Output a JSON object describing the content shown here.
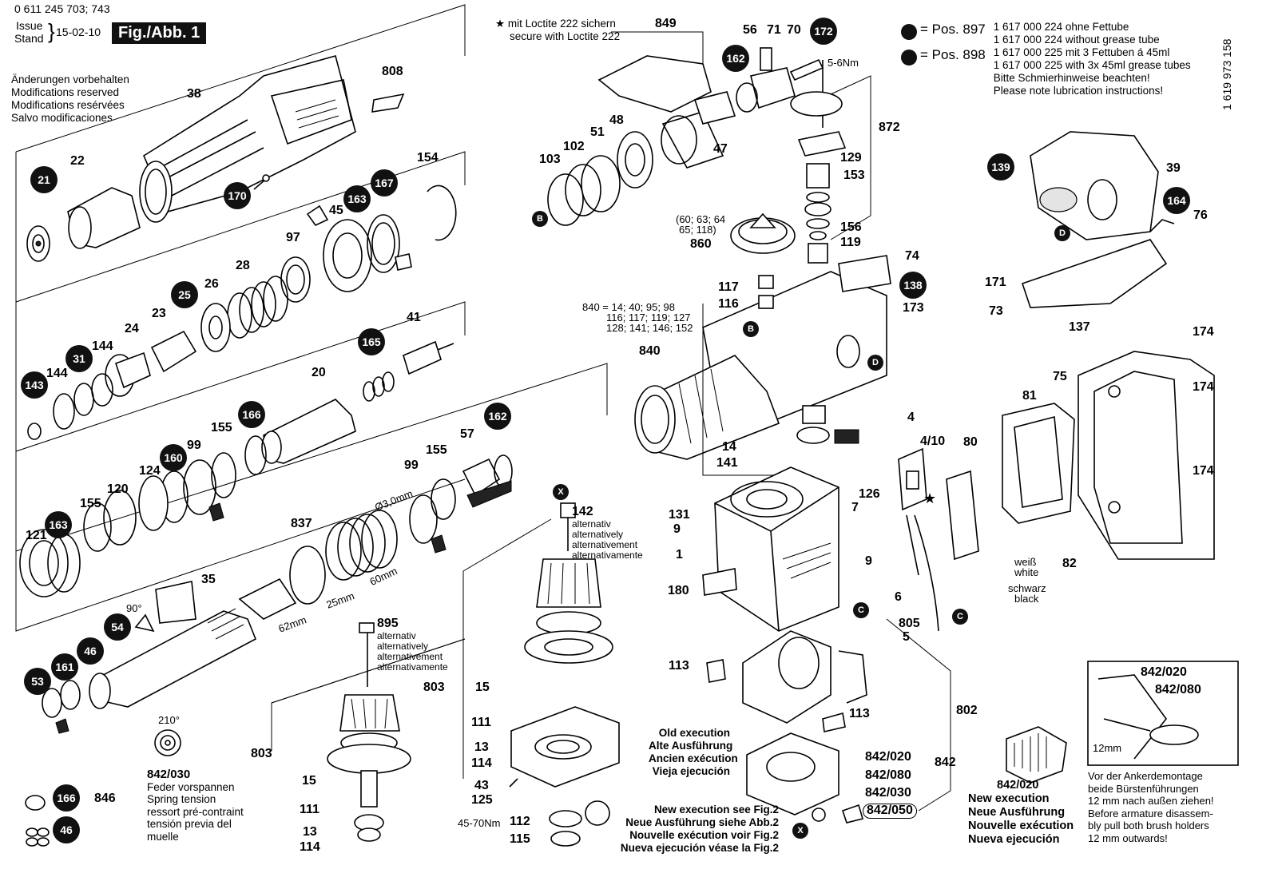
{
  "header": {
    "part_number": "0 611 245 703; 743",
    "issue_label_1": "Issue",
    "issue_label_2": "Stand",
    "issue_date": "15-02-10",
    "figure_label": "Fig./Abb. 1",
    "doc_number": "1 619 973 158"
  },
  "modifications_note": [
    "Änderungen vorbehalten",
    "Modifications reserved",
    "Modifications resérvées",
    "Salvo modificaciones"
  ],
  "loctite_note": {
    "line1": "mit Loctite 222 sichern",
    "line2": "secure with Loctite 222"
  },
  "grease_note": {
    "pos_a_label": "= Pos. 897",
    "pos_a_lines": [
      "1 617 000 224 ohne Fettube",
      "1 617 000 224 without grease tube"
    ],
    "pos_b_label": "= Pos. 898",
    "pos_b_lines": [
      "1 617 000 225 mit 3 Fettuben á 45ml",
      "1 617 000 225 with 3x 45ml grease tubes",
      "Bitte Schmierhinweise beachten!",
      "Please note lubrication instructions!"
    ]
  },
  "group_840": [
    "840 = 14; 40; 95; 98",
    "116; 117; 119; 127",
    "128; 141; 146; 152"
  ],
  "group_860": [
    "(60; 63; 64",
    "65; 118)"
  ],
  "torque_5_6": "5-6Nm",
  "torque_45_70": "45-70Nm",
  "dimensions": {
    "d3": "Ø3,0mm",
    "l60": "60mm",
    "l25": "25mm",
    "l62": "62mm",
    "l12": "12mm"
  },
  "angles": {
    "a90": "90°",
    "a210": "210°"
  },
  "alternative_text": [
    "alternativ",
    "alternatively",
    "alternativement",
    "alternativamente"
  ],
  "spring_note": [
    "842/030",
    "Feder vorspannen",
    "Spring tension",
    "ressort pré-contraint",
    "tensión previa del",
    "muelle"
  ],
  "execution_old": [
    "Old execution",
    "Alte Ausführung",
    "Ancien exécution",
    "Vieja ejecución"
  ],
  "execution_new_fig2": [
    "New execution see Fig.2",
    "Neue Ausführung siehe Abb.2",
    "Nouvelle exécution voir Fig.2",
    "Nueva ejecución véase la Fig.2"
  ],
  "execution_new": [
    "842/020",
    "New execution",
    "Neue Ausführung",
    "Nouvelle exécution",
    "Nueva ejecución"
  ],
  "brush_note": [
    "Vor der Ankerdemontage",
    "beide Bürstenführungen",
    "12 mm nach außen ziehen!",
    "Before armature disassem-",
    "bly pull both brush holders",
    "12 mm outwards!"
  ],
  "wire_colors": {
    "white_de": "weiß",
    "white_en": "white",
    "black_de": "schwarz",
    "black_en": "black"
  },
  "inset_labels": {
    "a": "842/020",
    "b": "842/080"
  },
  "connector_letters": [
    "B",
    "B",
    "D",
    "D",
    "C",
    "C",
    "X",
    "X"
  ],
  "circled_numbers": [
    "21",
    "170",
    "163",
    "167",
    "25",
    "165",
    "31",
    "143",
    "166",
    "160",
    "163",
    "162",
    "54",
    "46",
    "161",
    "53",
    "166",
    "46",
    "162",
    "172",
    "139",
    "164",
    "138"
  ],
  "part_labels": {
    "p808": "808",
    "p38": "38",
    "p22": "22",
    "p154": "154",
    "p45": "45",
    "p97": "97",
    "p28": "28",
    "p26": "26",
    "p23": "23",
    "p24": "24",
    "p144a": "144",
    "p144b": "144",
    "p41": "41",
    "p20": "20",
    "p155a": "155",
    "p99a": "99",
    "p124": "124",
    "p120": "120",
    "p155b": "155",
    "p121": "121",
    "p99b": "99",
    "p155c": "155",
    "p57": "57",
    "p837": "837",
    "p35": "35",
    "p895": "895",
    "p803a": "803",
    "p15a": "15",
    "p111a": "111",
    "p13a": "13",
    "p114a": "114",
    "p846": "846",
    "p842_030": "842/030",
    "p849": "849",
    "p56": "56",
    "p71": "71",
    "p70": "70",
    "p872": "872",
    "p103": "103",
    "p102": "102",
    "p51": "51",
    "p48": "48",
    "p47": "47",
    "p129": "129",
    "p153": "153",
    "p860": "860",
    "p156": "156",
    "p119": "119",
    "p74": "74",
    "p117": "117",
    "p116": "116",
    "p173": "173",
    "p840": "840",
    "p142": "142",
    "p803b": "803",
    "p15b": "15",
    "p111b": "111",
    "p13b": "13",
    "p114b": "114",
    "p43": "43",
    "p125": "125",
    "p112": "112",
    "p115": "115",
    "p14": "14",
    "p141": "141",
    "p131": "131",
    "p9a": "9",
    "p1": "1",
    "p180": "180",
    "p126": "126",
    "p7": "7",
    "p9b": "9",
    "p4": "4",
    "p4_10": "4/10",
    "p80": "80",
    "p6": "6",
    "p805": "805",
    "p5": "5",
    "p113a": "113",
    "p113b": "113",
    "p802": "802",
    "p842": "842",
    "p842_020": "842/020",
    "p842_080": "842/080",
    "p842_030b": "842/030",
    "p842_050": "842/050",
    "p39": "39",
    "p76": "76",
    "p171": "171",
    "p73": "73",
    "p137": "137",
    "p174a": "174",
    "p174b": "174",
    "p174c": "174",
    "p75": "75",
    "p81": "81",
    "p82": "82"
  }
}
